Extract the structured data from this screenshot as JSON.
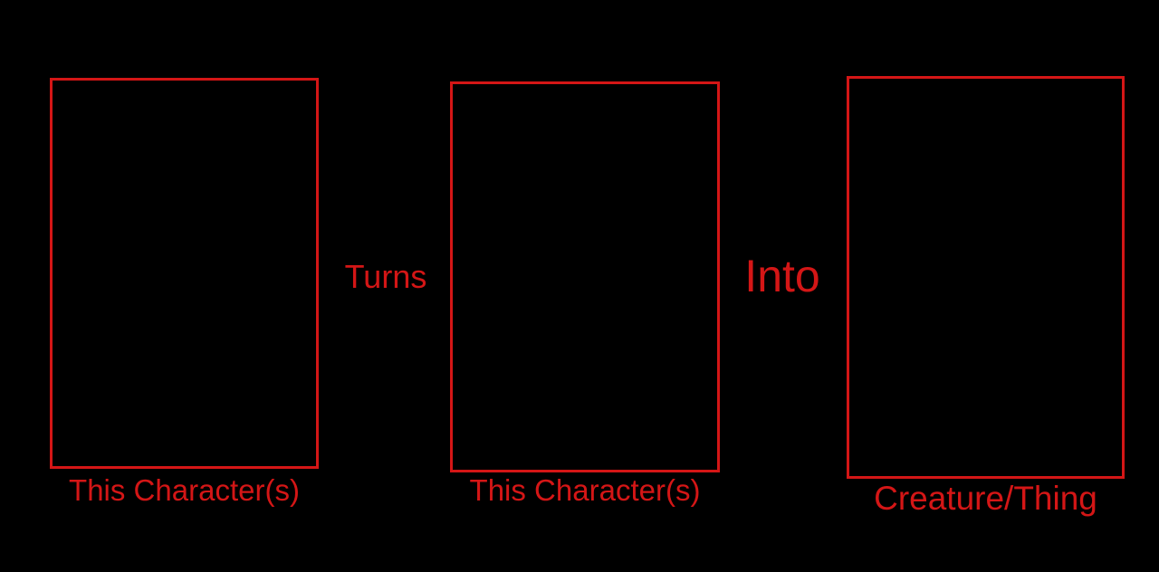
{
  "colors": {
    "background": "#000000",
    "accent": "#d41616"
  },
  "panels": [
    {
      "caption": "This Character(s)"
    },
    {
      "caption": "This Character(s)"
    },
    {
      "caption": "Creature/Thing"
    }
  ],
  "connectors": {
    "turns": "Turns",
    "into": "Into"
  }
}
